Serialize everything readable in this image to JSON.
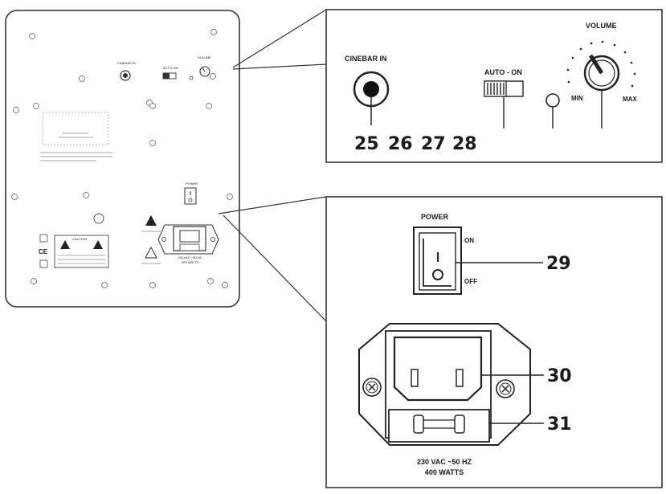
{
  "panel_top": {
    "cinebar_label": "CINEBAR IN",
    "auto_on_label": "AUTO - ON",
    "volume_label": "VOLUME",
    "min_label": "MIN",
    "max_label": "MAX",
    "callouts": [
      "25",
      "26",
      "27",
      "28"
    ]
  },
  "panel_bottom": {
    "power_label": "POWER",
    "on_label": "ON",
    "off_label": "OFF",
    "rating_line1": "230 VAC ~50 HZ",
    "rating_line2": "400 WATTS",
    "callout_power": "29",
    "callout_inlet": "30",
    "callout_fuse": "31"
  },
  "back_panel": {
    "fine_print": [
      "CINEBAR IN",
      "AUTO-ON",
      "VOLUME",
      "POWER",
      "CAUTION",
      "230 VAC ~50 HZ",
      "400 WATTS"
    ]
  }
}
